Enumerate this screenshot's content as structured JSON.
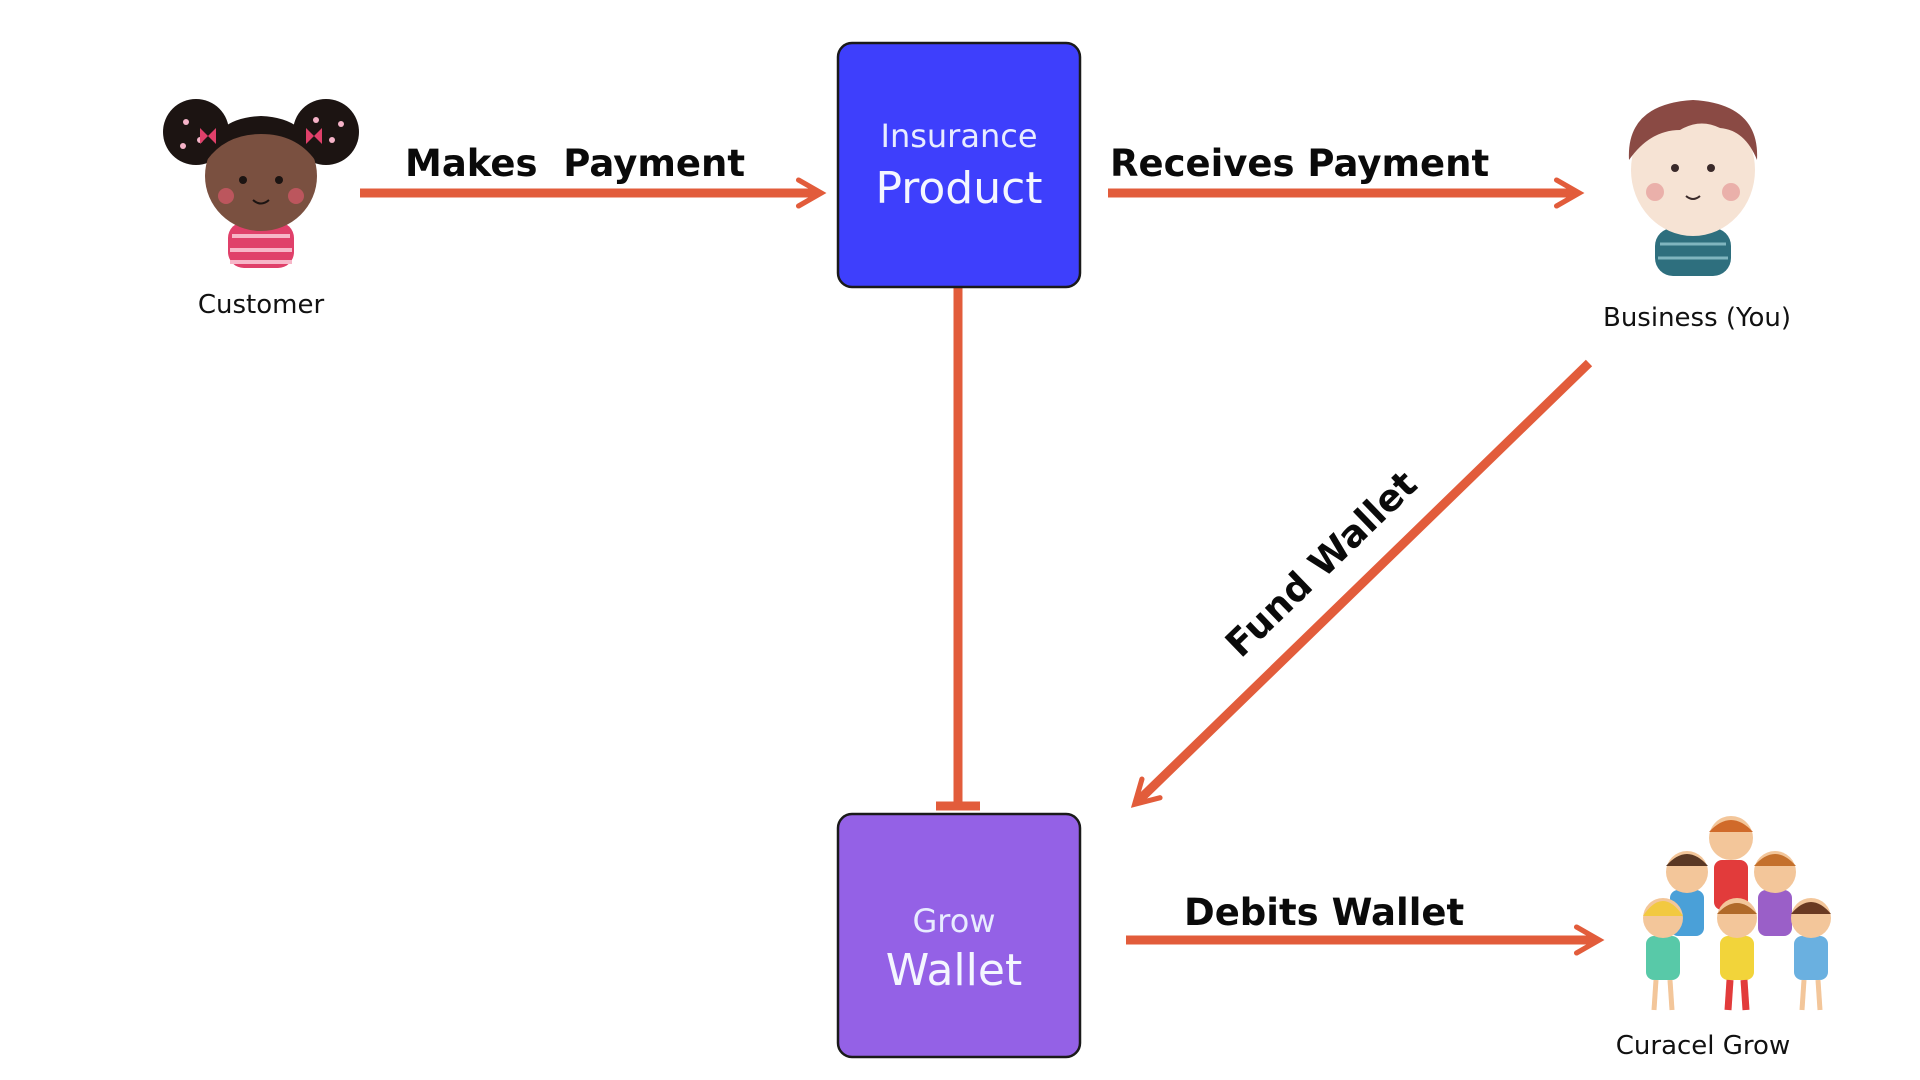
{
  "colors": {
    "arrow": "#e25c3b",
    "insurance_box": "#3e3ffc",
    "wallet_box": "#9461e6",
    "box_border": "#1a1a1a",
    "label_text": "#0a0a0a"
  },
  "nodes": {
    "insurance": {
      "line1": "Insurance",
      "line2": "Product"
    },
    "wallet": {
      "line1": "Grow",
      "line2": "Wallet"
    }
  },
  "actors": {
    "customer": {
      "label": "Customer",
      "icon": "girl-avatar-icon"
    },
    "business": {
      "label": "Business (You)",
      "icon": "boy-avatar-icon"
    },
    "curacel": {
      "label": "Curacel Grow",
      "icon": "group-of-children-icon"
    }
  },
  "edges": {
    "makes_payment": "Makes  Payment",
    "receives_payment": "Receives Payment",
    "fund_wallet": "Fund Wallet",
    "debits_wallet": "Debits Wallet"
  }
}
